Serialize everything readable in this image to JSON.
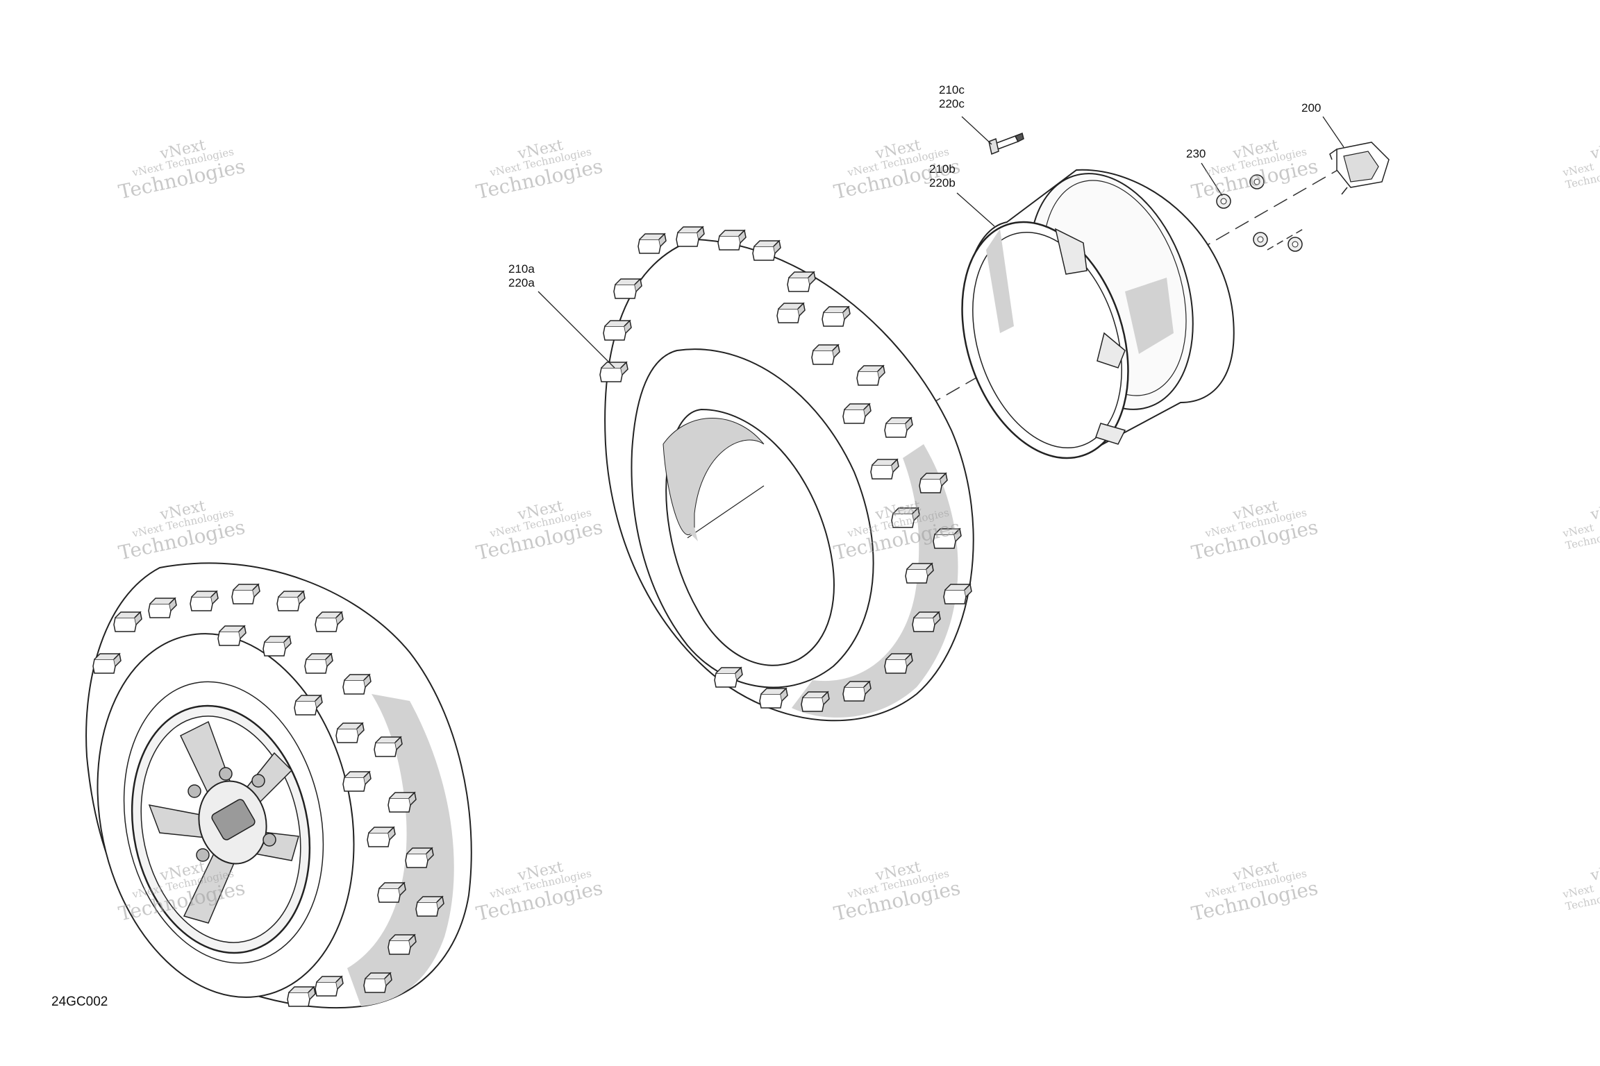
{
  "callouts": {
    "item_200": {
      "line1": "200"
    },
    "item_210c": {
      "line1": "210c",
      "line2": "220c"
    },
    "item_210b": {
      "line1": "210b",
      "line2": "220b"
    },
    "item_210a": {
      "line1": "210a",
      "line2": "220a"
    },
    "item_230": {
      "line1": "230"
    }
  },
  "figure_code": "24GC002",
  "watermark": {
    "line1": "vNext",
    "line2": "vNext Technologies",
    "line3": "Technologies"
  },
  "colors": {
    "line": "#222222",
    "shade": "#d2d2d2",
    "watermark": "#9c9c9c"
  }
}
